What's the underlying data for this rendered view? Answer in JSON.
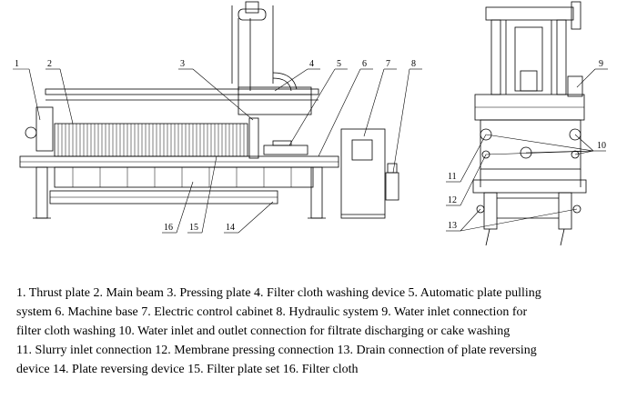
{
  "callouts": {
    "c1": "1",
    "c2": "2",
    "c3": "3",
    "c4": "4",
    "c5": "5",
    "c6": "6",
    "c7": "7",
    "c8": "8",
    "c9": "9",
    "c10": "10",
    "c11": "11",
    "c12": "12",
    "c13": "13",
    "c14": "14",
    "c15": "15",
    "c16": "16"
  },
  "caption": {
    "lines": [
      "1. Thrust plate 2. Main beam 3. Pressing plate 4. Filter cloth washing device 5. Automatic plate pulling",
      "system 6. Machine base 7. Electric control cabinet 8. Hydraulic system 9. Water inlet connection for",
      "filter cloth washing 10. Water inlet and outlet connection for filtrate discharging or cake washing",
      "11. Slurry inlet connection 12. Membrane pressing connection 13. Drain connection of plate reversing",
      "device 14. Plate reversing device 15. Filter plate set 16. Filter cloth"
    ]
  }
}
